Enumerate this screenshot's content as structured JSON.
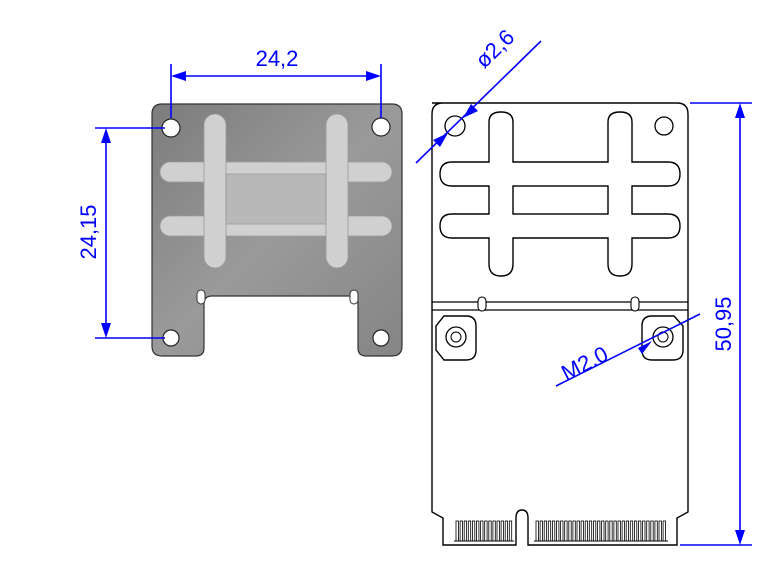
{
  "dimensions": {
    "plate_width": "24,2",
    "plate_height": "24,15",
    "hole_diameter": "ø2,6",
    "screw_thread": "M2.0",
    "card_length": "50,95"
  },
  "colors": {
    "dimension": "#0000ff",
    "outline": "#000000",
    "plate_fill": "#8a8a8a",
    "plate_relief": "#cfcfcf"
  }
}
